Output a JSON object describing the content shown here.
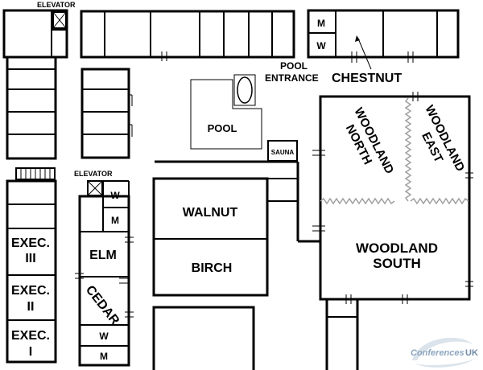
{
  "labels": {
    "elevator_top": "ELEVATOR",
    "elevator_mid": "ELEVATOR",
    "pool_entrance_1": "POOL",
    "pool_entrance_2": "ENTRANCE",
    "chestnut": "CHESTNUT",
    "pool": "POOL",
    "sauna": "SAUNA",
    "woodland_north_1": "WOODLAND",
    "woodland_north_2": "NORTH",
    "woodland_east_1": "WOODLAND",
    "woodland_east_2": "EAST",
    "woodland_south_1": "WOODLAND",
    "woodland_south_2": "SOUTH",
    "walnut": "WALNUT",
    "birch": "BIRCH",
    "elm": "ELM",
    "cedar": "CEDAR",
    "exec_iii_1": "EXEC.",
    "exec_iii_2": "III",
    "exec_ii_1": "EXEC.",
    "exec_ii_2": "II",
    "exec_i_1": "EXEC.",
    "exec_i_2": "I",
    "w_top": "W",
    "m_top": "M",
    "w_mid": "W",
    "m_mid": "M",
    "w_bottom": "W",
    "m_bottom": "M"
  },
  "watermark": {
    "brand": "Conferences",
    "suffix": "UK"
  }
}
